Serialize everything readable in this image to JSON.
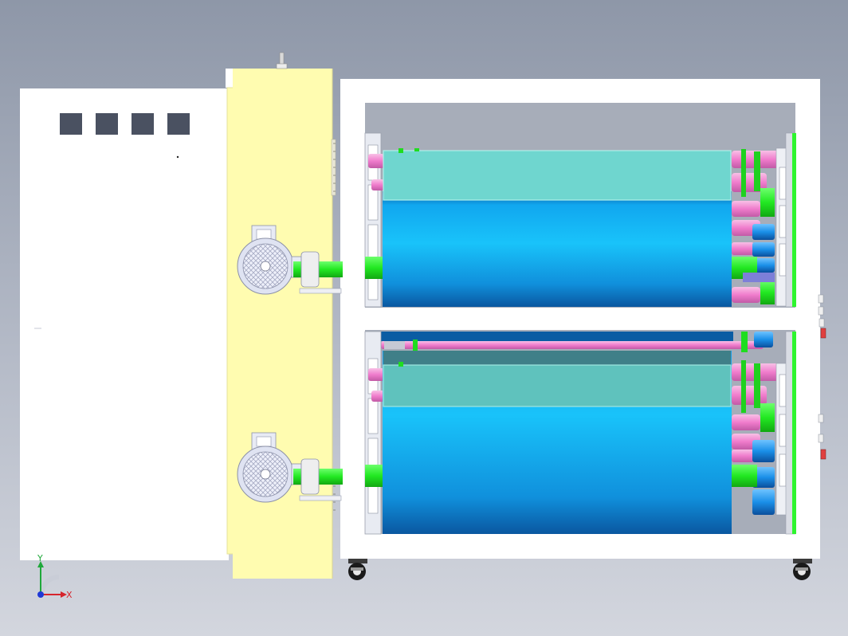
{
  "viewport": {
    "background": "#a9b0bd"
  },
  "triad": {
    "x_label": "X",
    "y_label": "Y",
    "x_color": "#d6242c",
    "y_color": "#1fa83a",
    "z_color": "#1f39d6"
  },
  "colors": {
    "control_cabinet": "#ffffff",
    "panel_window": "#4a5161",
    "yellow_plate": "#fffcb0",
    "frame": "#ffffff",
    "cavity": "#a7adb9",
    "roller_blue": "#19b8f3",
    "roller_dark": "#0a5ca3",
    "mesh_cyan": "#6fd6cf",
    "green_part": "#2ef52e",
    "pink_shaft": "#f59bd6",
    "motor_body": "#dfe3f2",
    "pulley_blue": "#1a8fe8"
  },
  "assembly": {
    "control_windows_count": 4,
    "motor_count": 2,
    "roller_count": 2,
    "caster_count": 2
  }
}
